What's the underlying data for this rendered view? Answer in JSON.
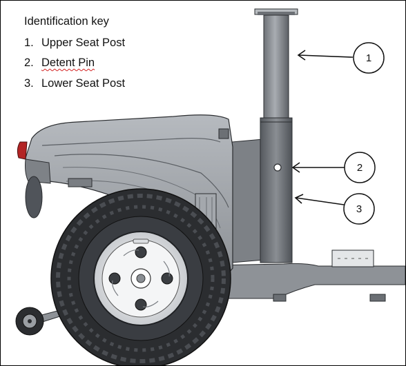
{
  "legend": {
    "title": "Identification key",
    "items": [
      {
        "number": "1.",
        "label": "Upper Seat Post",
        "spellcheck_underline": false
      },
      {
        "number": "2.",
        "label": "Detent Pin",
        "spellcheck_underline": true
      },
      {
        "number": "3.",
        "label": "Lower Seat Post",
        "spellcheck_underline": false
      }
    ]
  },
  "callouts": [
    {
      "number": "1",
      "target": "upper-seat-post"
    },
    {
      "number": "2",
      "target": "detent-pin"
    },
    {
      "number": "3",
      "target": "lower-seat-post"
    }
  ],
  "colors": {
    "body_gray": "#9a9ea3",
    "dark_gray": "#5b5f64",
    "tire": "#2b2d30",
    "frame_border": "#000000",
    "spellcheck": "#d32222"
  }
}
